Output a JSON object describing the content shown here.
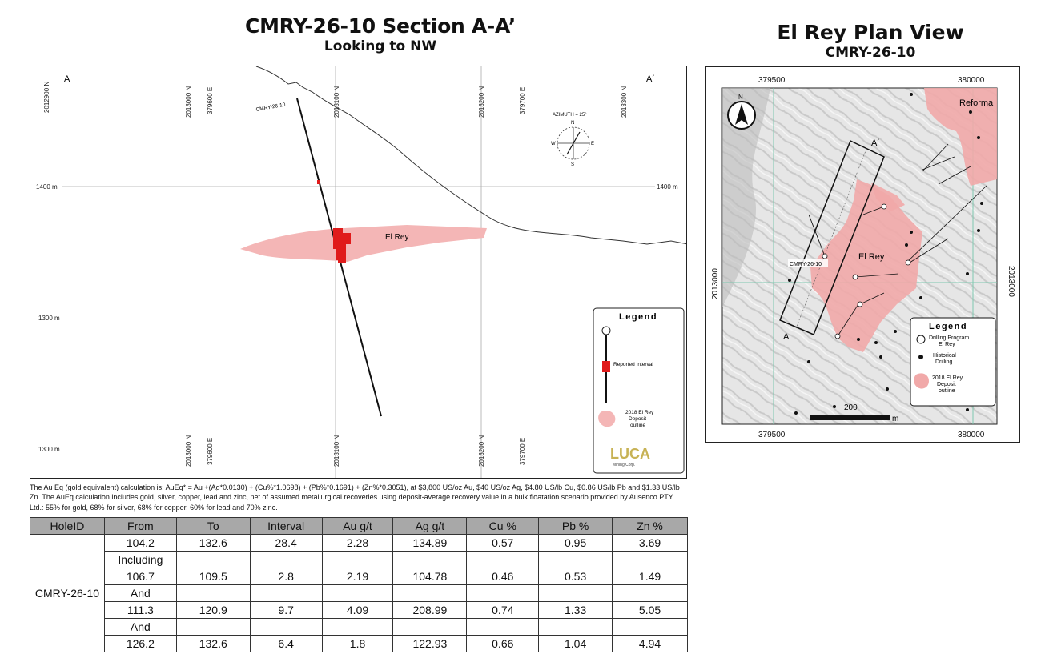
{
  "section": {
    "title": "CMRY-26-10 Section A-A’",
    "subtitle": "Looking to NW",
    "corner_left": "A",
    "corner_right": "A´",
    "grid_labels_top": [
      "2012900 N",
      "2013000 N",
      "379600 E",
      "2013100 N",
      "2013200 N",
      "379700 E",
      "2013300 N"
    ],
    "grid_labels_bottom": [
      "2013000 N",
      "379600 E",
      "2013100 N",
      "2013200 N",
      "379700 E"
    ],
    "elev_1400_left": "1400 m",
    "elev_1400_right": "1400 m",
    "elev_1300_a": "1300 m",
    "elev_1300_b": "1300 m",
    "hole_label": "CMRY-26-10",
    "deposit_label": "El Rey",
    "compass": {
      "azimuth": "AZIMUTH = 25°",
      "n": "N",
      "s": "S",
      "e": "E",
      "w": "W"
    },
    "legend": {
      "title": "Legend",
      "reported_interval": "Reported Interval",
      "deposit_outline": [
        "2018 El Rey",
        "Deposit",
        "outline"
      ],
      "logo": "LUCA",
      "logo_sub": "Mining Corp."
    }
  },
  "plan": {
    "title": "El Rey Plan View",
    "subtitle": "CMRY-26-10",
    "coords_top": [
      "379500",
      "380000"
    ],
    "coords_bottom": [
      "379500",
      "380000"
    ],
    "coord_left": "2013000",
    "coord_right": "2013000",
    "label_reforma": "Reforma",
    "label_elrey": "El Rey",
    "label_hole": "CMRY-26-10",
    "label_a": "A",
    "label_a_prime": "A´",
    "north": "N",
    "scale_value": "200",
    "scale_unit": "m",
    "legend": {
      "title": "Legend",
      "program": [
        "Drilling Program",
        "El Rey"
      ],
      "historical": [
        "Historical",
        "Drilling"
      ],
      "deposit": [
        "2018 El Rey",
        "Deposit",
        "outline"
      ]
    }
  },
  "note": "The Au Eq (gold equivalent) calculation is: AuEq* = Au +(Ag*0.0130) + (Cu%*1.0698) + (Pb%*0.1691) + (Zn%*0.3051), at $3,800 US/oz Au, $40 US/oz Ag, $4.80 US/lb Cu, $0.86 US/lb Pb and $1.33 US/lb Zn. The AuEq calculation includes gold, silver, copper, lead and zinc, net of assumed metallurgical recoveries using deposit-average recovery value in a bulk floatation scenario provided by Ausenco PTY Ltd.: 55% for gold, 68% for silver, 68% for copper, 60% for lead and 70% zinc.",
  "table": {
    "headers": [
      "HoleID",
      "From",
      "To",
      "Interval",
      "Au g/t",
      "Ag g/t",
      "Cu %",
      "Pb %",
      "Zn %"
    ],
    "hole_id": "CMRY-26-10",
    "rows": [
      {
        "from": "104.2",
        "to": "132.6",
        "interval": "28.4",
        "au": "2.28",
        "ag": "134.89",
        "cu": "0.57",
        "pb": "0.95",
        "zn": "3.69"
      },
      {
        "label": "Including"
      },
      {
        "from": "106.7",
        "to": "109.5",
        "interval": "2.8",
        "au": "2.19",
        "ag": "104.78",
        "cu": "0.46",
        "pb": "0.53",
        "zn": "1.49"
      },
      {
        "label": "And"
      },
      {
        "from": "111.3",
        "to": "120.9",
        "interval": "9.7",
        "au": "4.09",
        "ag": "208.99",
        "cu": "0.74",
        "pb": "1.33",
        "zn": "5.05"
      },
      {
        "label": "And"
      },
      {
        "from": "126.2",
        "to": "132.6",
        "interval": "6.4",
        "au": "1.8",
        "ag": "122.93",
        "cu": "0.66",
        "pb": "1.04",
        "zn": "4.94"
      }
    ]
  },
  "colors": {
    "deposit_fill": "#f4b6b6",
    "interval_red": "#e01b1b",
    "grid_green": "#7fc8b0",
    "header_gray": "#a8a8a8"
  }
}
